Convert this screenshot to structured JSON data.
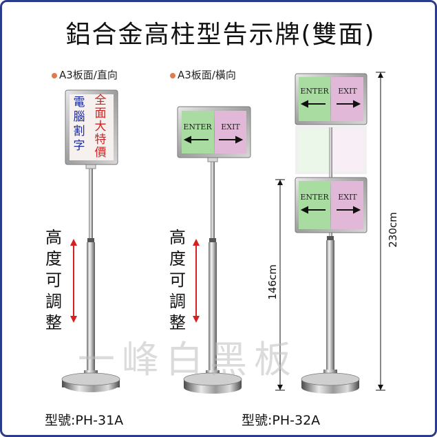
{
  "title": "鋁合金高柱型告示牌(雙面)",
  "labels": {
    "a3_portrait": "A3板面/直向",
    "a3_landscape": "A3板面/橫向"
  },
  "adjust_text": [
    "高",
    "度",
    "可",
    "調",
    "整"
  ],
  "sign_portrait": {
    "left_col": [
      "電",
      "腦",
      "割",
      "字"
    ],
    "right_col": [
      "全",
      "面",
      "大",
      "特",
      "價"
    ]
  },
  "enter_label": "ENTER",
  "exit_label": "EXIT",
  "dimensions": {
    "height_146": "146cm",
    "height_230": "230cm"
  },
  "models": {
    "left": "型號:PH-31A",
    "right": "型號:PH-32A"
  },
  "watermark": "一峰白黑板",
  "colors": {
    "border": "#2a3a8c",
    "arrow_red": "#d42020",
    "enter_green": "#a8dca0",
    "exit_pink": "#e2b8d8"
  }
}
